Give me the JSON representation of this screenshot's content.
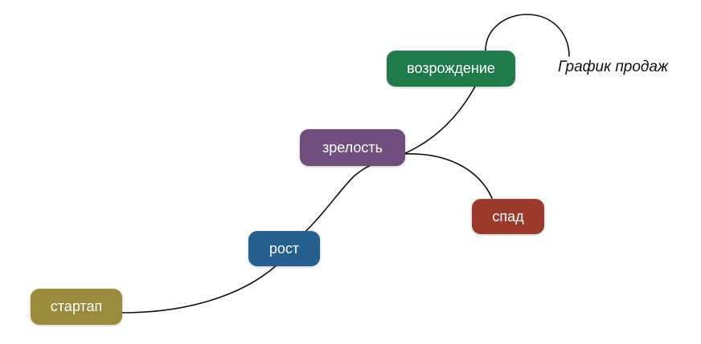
{
  "diagram": {
    "caption": "График продаж",
    "nodes": [
      {
        "id": "startup",
        "label": "стартап",
        "color": "#9a8a3c"
      },
      {
        "id": "growth",
        "label": "рост",
        "color": "#245f8e"
      },
      {
        "id": "maturity",
        "label": "зрелость",
        "color": "#704f7f"
      },
      {
        "id": "decline",
        "label": "спад",
        "color": "#9b3a2b"
      },
      {
        "id": "revival",
        "label": "возрождение",
        "color": "#1e7a49"
      }
    ],
    "connections": [
      {
        "from": "startup",
        "to": "growth"
      },
      {
        "from": "growth",
        "to": "maturity"
      },
      {
        "from": "maturity",
        "to": "revival"
      },
      {
        "from": "maturity",
        "to": "decline"
      }
    ]
  }
}
